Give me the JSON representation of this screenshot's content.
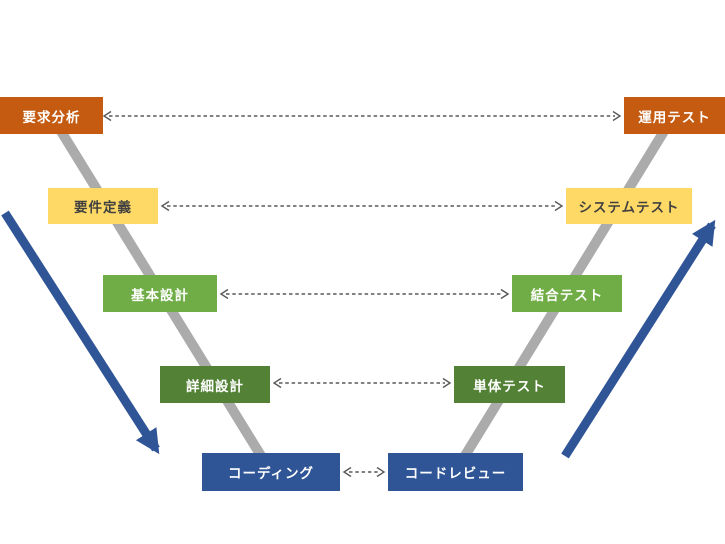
{
  "colors": {
    "orange": "#C55A11",
    "yellow": "#FFD966",
    "green_light": "#70AD47",
    "green_dark": "#538135",
    "blue": "#2F5597",
    "v_line_gray": "#ABABAB",
    "connector_gray": "#595959",
    "text_on_dark": "#FFFFFF",
    "text_on_yellow": "#404040"
  },
  "rows": [
    {
      "left": {
        "label": "要求分析",
        "bg": "#C55A11",
        "fg": "#FFFFFF"
      },
      "right": {
        "label": "運用テスト",
        "bg": "#C55A11",
        "fg": "#FFFFFF"
      }
    },
    {
      "left": {
        "label": "要件定義",
        "bg": "#FFD966",
        "fg": "#404040"
      },
      "right": {
        "label": "システムテスト",
        "bg": "#FFD966",
        "fg": "#404040"
      }
    },
    {
      "left": {
        "label": "基本設計",
        "bg": "#70AD47",
        "fg": "#FFFFFF"
      },
      "right": {
        "label": "結合テスト",
        "bg": "#70AD47",
        "fg": "#FFFFFF"
      }
    },
    {
      "left": {
        "label": "詳細設計",
        "bg": "#538135",
        "fg": "#FFFFFF"
      },
      "right": {
        "label": "単体テスト",
        "bg": "#538135",
        "fg": "#FFFFFF"
      }
    },
    {
      "left": {
        "label": "コーディング",
        "bg": "#2F5597",
        "fg": "#FFFFFF"
      },
      "right": {
        "label": "コードレビュー",
        "bg": "#2F5597",
        "fg": "#FFFFFF"
      }
    }
  ]
}
